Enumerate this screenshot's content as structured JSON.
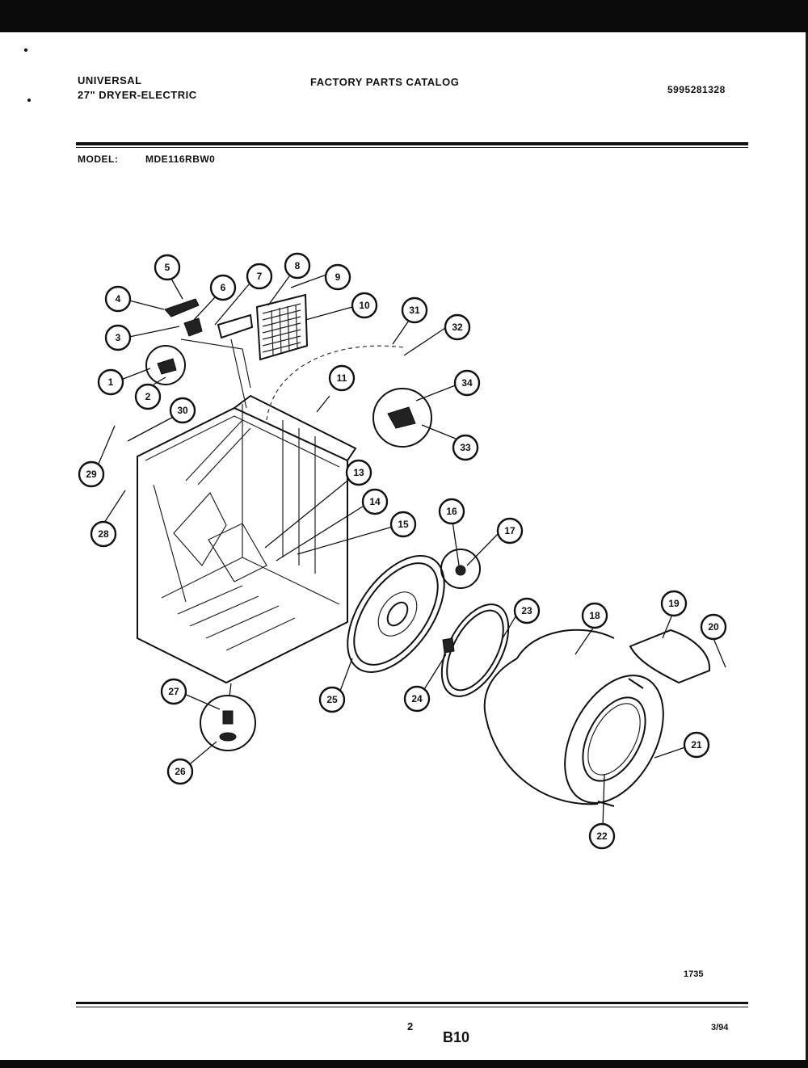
{
  "header": {
    "brand": "UNIVERSAL",
    "product": "27\" DRYER-ELECTRIC",
    "catalog_title": "FACTORY PARTS CATALOG",
    "catalog_number": "5995281328"
  },
  "model": {
    "label": "MODEL:",
    "value": "MDE116RBW0"
  },
  "diagram": {
    "callouts": [
      "1",
      "2",
      "3",
      "4",
      "5",
      "6",
      "7",
      "8",
      "9",
      "10",
      "11",
      "13",
      "14",
      "15",
      "16",
      "17",
      "18",
      "19",
      "20",
      "21",
      "22",
      "23",
      "24",
      "25",
      "26",
      "27",
      "28",
      "29",
      "30",
      "31",
      "32",
      "33",
      "34"
    ]
  },
  "footer": {
    "illustration_number": "1735",
    "page_number": "2",
    "section_code": "B10",
    "date_code": "3/94"
  },
  "colors": {
    "ink": "#111111",
    "paper": "#ffffff",
    "frame": "#0a0a0a"
  }
}
